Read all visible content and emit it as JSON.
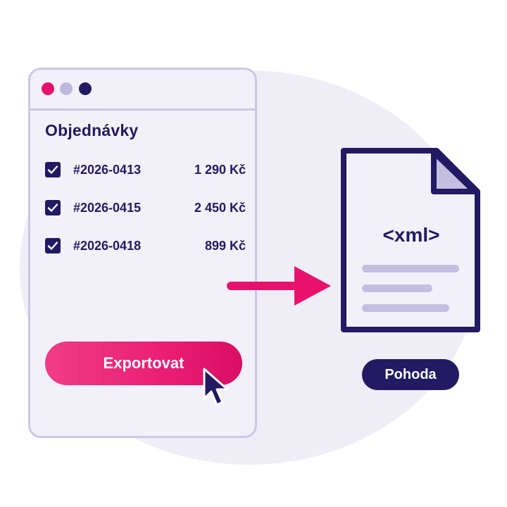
{
  "window": {
    "title_dots": [
      "pink",
      "lavender",
      "navy"
    ],
    "heading": "Objednávky",
    "orders": [
      {
        "id": "#2026-0413",
        "price": "1 290 Kč",
        "checked": true
      },
      {
        "id": "#2026-0415",
        "price": "2 450 Kč",
        "checked": true
      },
      {
        "id": "#2026-0418",
        "price": "899 Kč",
        "checked": true
      }
    ],
    "export_label": "Exportovat"
  },
  "document": {
    "label": "<xml>",
    "icon": "file-icon"
  },
  "badge": {
    "label": "Pohoda"
  },
  "colors": {
    "navy": "#231a63",
    "pink": "#e8116b",
    "lavender": "#cbc7e6",
    "background_blob": "#efeef7"
  }
}
